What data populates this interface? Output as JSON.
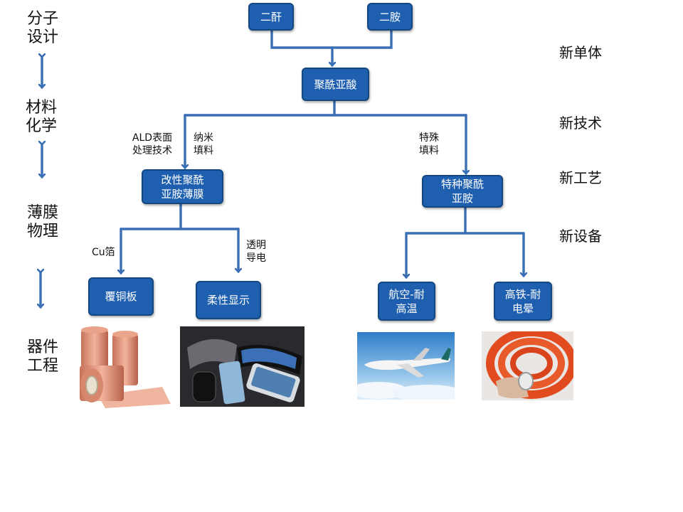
{
  "colors": {
    "box_fill": "#1f5fb0",
    "box_border": "#14467f",
    "connector": "#3a6fb5"
  },
  "left_labels": [
    "分子\n设计",
    "材料\n化学",
    "薄膜\n物理",
    "器件\n工程"
  ],
  "right_labels": [
    "新单体",
    "新技术",
    "新工艺",
    "新设备"
  ],
  "nodes": {
    "dianhydride": "二酐",
    "diamine": "二胺",
    "polyamic_acid": "聚酰亚酸",
    "modified_film": "改性聚酰\n亚胺薄膜",
    "special_pi": "特种聚酰\n亚胺",
    "ccl": "覆铜板",
    "flex_display": "柔性显示",
    "aerospace": "航空-耐\n高温",
    "rail": "高铁-耐\n电晕"
  },
  "edge_labels": {
    "ald": "ALD表面\n处理技术",
    "nano_fill": "纳米\n填料",
    "special_fill": "特殊\n填料",
    "cu_foil": "Cu箔",
    "transparent": "透明\n导电"
  },
  "images": {
    "ccl": "copper-foil-rolls",
    "flex_display": "flexible-display-devices",
    "aerospace": "airplane-in-sky",
    "rail": "orange-insulation-tube"
  }
}
